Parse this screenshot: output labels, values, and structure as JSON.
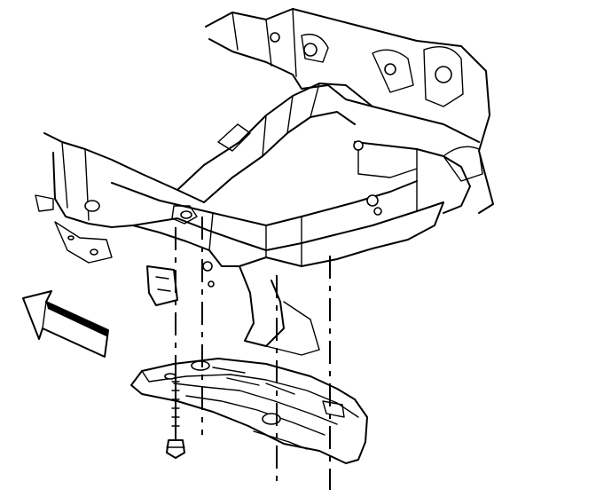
{
  "diagram": {
    "components": [
      {
        "id": "frame",
        "name": "vehicle-frame-crossmember"
      },
      {
        "id": "shield",
        "name": "skid-plate-shield"
      },
      {
        "id": "bolt",
        "name": "mounting-bolt"
      },
      {
        "id": "direction",
        "name": "front-direction-arrow"
      }
    ],
    "fasteners_shown": 4,
    "colors": {
      "line": "#000000",
      "background": "#ffffff"
    }
  }
}
